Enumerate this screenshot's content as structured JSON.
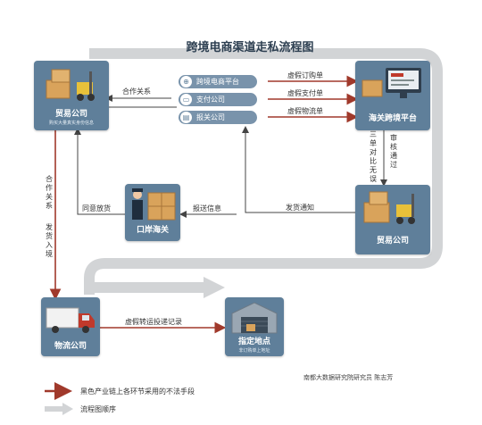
{
  "title": "跨境电商渠道走私流程图",
  "nodes": {
    "trade_company_top": {
      "label": "贸易公司",
      "sub": "购买大量真实身份信息"
    },
    "customs_platform": {
      "label": "海关跨境平台"
    },
    "trade_company_bottom": {
      "label": "贸易公司"
    },
    "port_customs": {
      "label": "口岸海关"
    },
    "logistics": {
      "label": "物流公司"
    },
    "designated_location": {
      "label": "指定地点",
      "sub": "非订购单上地址"
    }
  },
  "platforms": [
    {
      "label": "跨境电商平台",
      "icon": "shopping-cart-icon",
      "glyph": "⊕"
    },
    {
      "label": "支付公司",
      "icon": "wallet-icon",
      "glyph": "▭"
    },
    {
      "label": "报关公司",
      "icon": "document-icon",
      "glyph": "▤"
    }
  ],
  "edges": {
    "cooperation_top": "合作关系",
    "fake_order": "虚假订购单",
    "fake_payment": "虚假支付单",
    "fake_logistics": "虚假物流单",
    "three_order_match": "三单对比无误",
    "review_pass": "审核通过",
    "shipment_notice": "发货通知",
    "customs_info": "报送信息",
    "release": "同意放货",
    "cooperation_left": "合作关系",
    "delivery_entry": "发货入境",
    "fake_transfer": "虚假转运投递记录"
  },
  "legend": [
    {
      "label": "黑色产业链上各环节采用的不法手段",
      "color": "#a0392b"
    },
    {
      "label": "流程图顺序",
      "color": "#d2d4d6"
    }
  ],
  "credit": "南都大数据研究院研究员 陈志芳",
  "colors": {
    "node": "#5f7f9a",
    "platform": "#7993ab",
    "illegal_arrow": "#a0392b",
    "flow_path": "#d2d4d6"
  }
}
